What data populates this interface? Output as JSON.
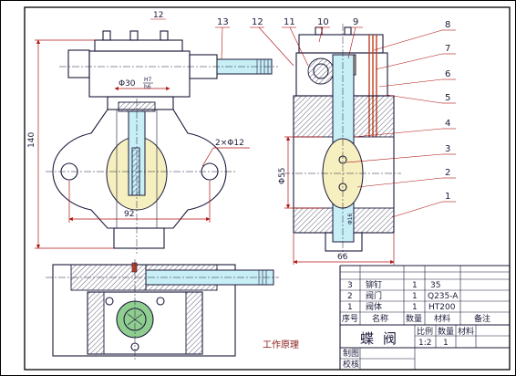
{
  "drawing": {
    "top_label": "12",
    "callouts": [
      "13",
      "12",
      "11",
      "10",
      "9",
      "8",
      "7",
      "6",
      "5",
      "4",
      "3",
      "2",
      "1"
    ],
    "dimensions": {
      "height": "140",
      "width": "92",
      "holes": "2×Φ12",
      "fit_dia": "Φ30",
      "fit_hole": "H7",
      "fit_shaft": "h6",
      "bore": "Φ55",
      "depth": "66",
      "stem_dia": "Φ16"
    },
    "note": "工作原理"
  },
  "parts_list": {
    "headers": [
      "序号",
      "名称",
      "数量",
      "材料",
      "备注"
    ],
    "rows": [
      [
        "3",
        "铆钉",
        "1",
        "35"
      ],
      [
        "2",
        "阀门",
        "1",
        "Q235-A"
      ],
      [
        "1",
        "阀体",
        "1",
        "HT200"
      ]
    ]
  },
  "title_block": {
    "name": "蝶阀",
    "labels": [
      "比例",
      "数量",
      "材料"
    ],
    "scale": "1:2",
    "quantity": "1",
    "drawn": "制图",
    "checked": "校核"
  },
  "colors": {
    "line": "#1a1a3a",
    "dimension": "#b01010",
    "shaft_fill": "#c8eef6",
    "disc_fill": "#f6f0c0",
    "bearing_fill": "#8fce8f",
    "spring": "#c04020",
    "gear_fill": "#e8d48a",
    "note": "#8b1a1a"
  }
}
